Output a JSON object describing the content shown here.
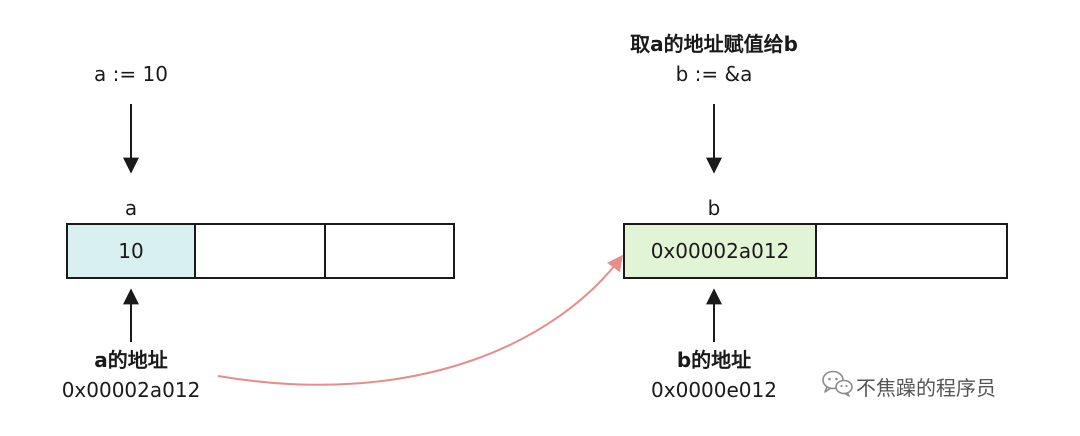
{
  "left": {
    "assign_code": "a := 10",
    "var_label": "a",
    "cell_values": [
      "10",
      "",
      ""
    ],
    "address_caption": "a的地址",
    "address_value": "0x00002a012",
    "highlight_color": "#d8f0ef"
  },
  "right": {
    "comment": "取a的地址赋值给b",
    "assign_code": "b := &a",
    "var_label": "b",
    "cell_values": [
      "0x00002a012",
      ""
    ],
    "address_caption": "b的地址",
    "address_value": "0x0000e012",
    "highlight_color": "#e2f4d6"
  },
  "pointer_arrow_color": "#e88e8a",
  "watermark": {
    "icon": "wechat-icon",
    "text": "不焦躁的程序员"
  }
}
